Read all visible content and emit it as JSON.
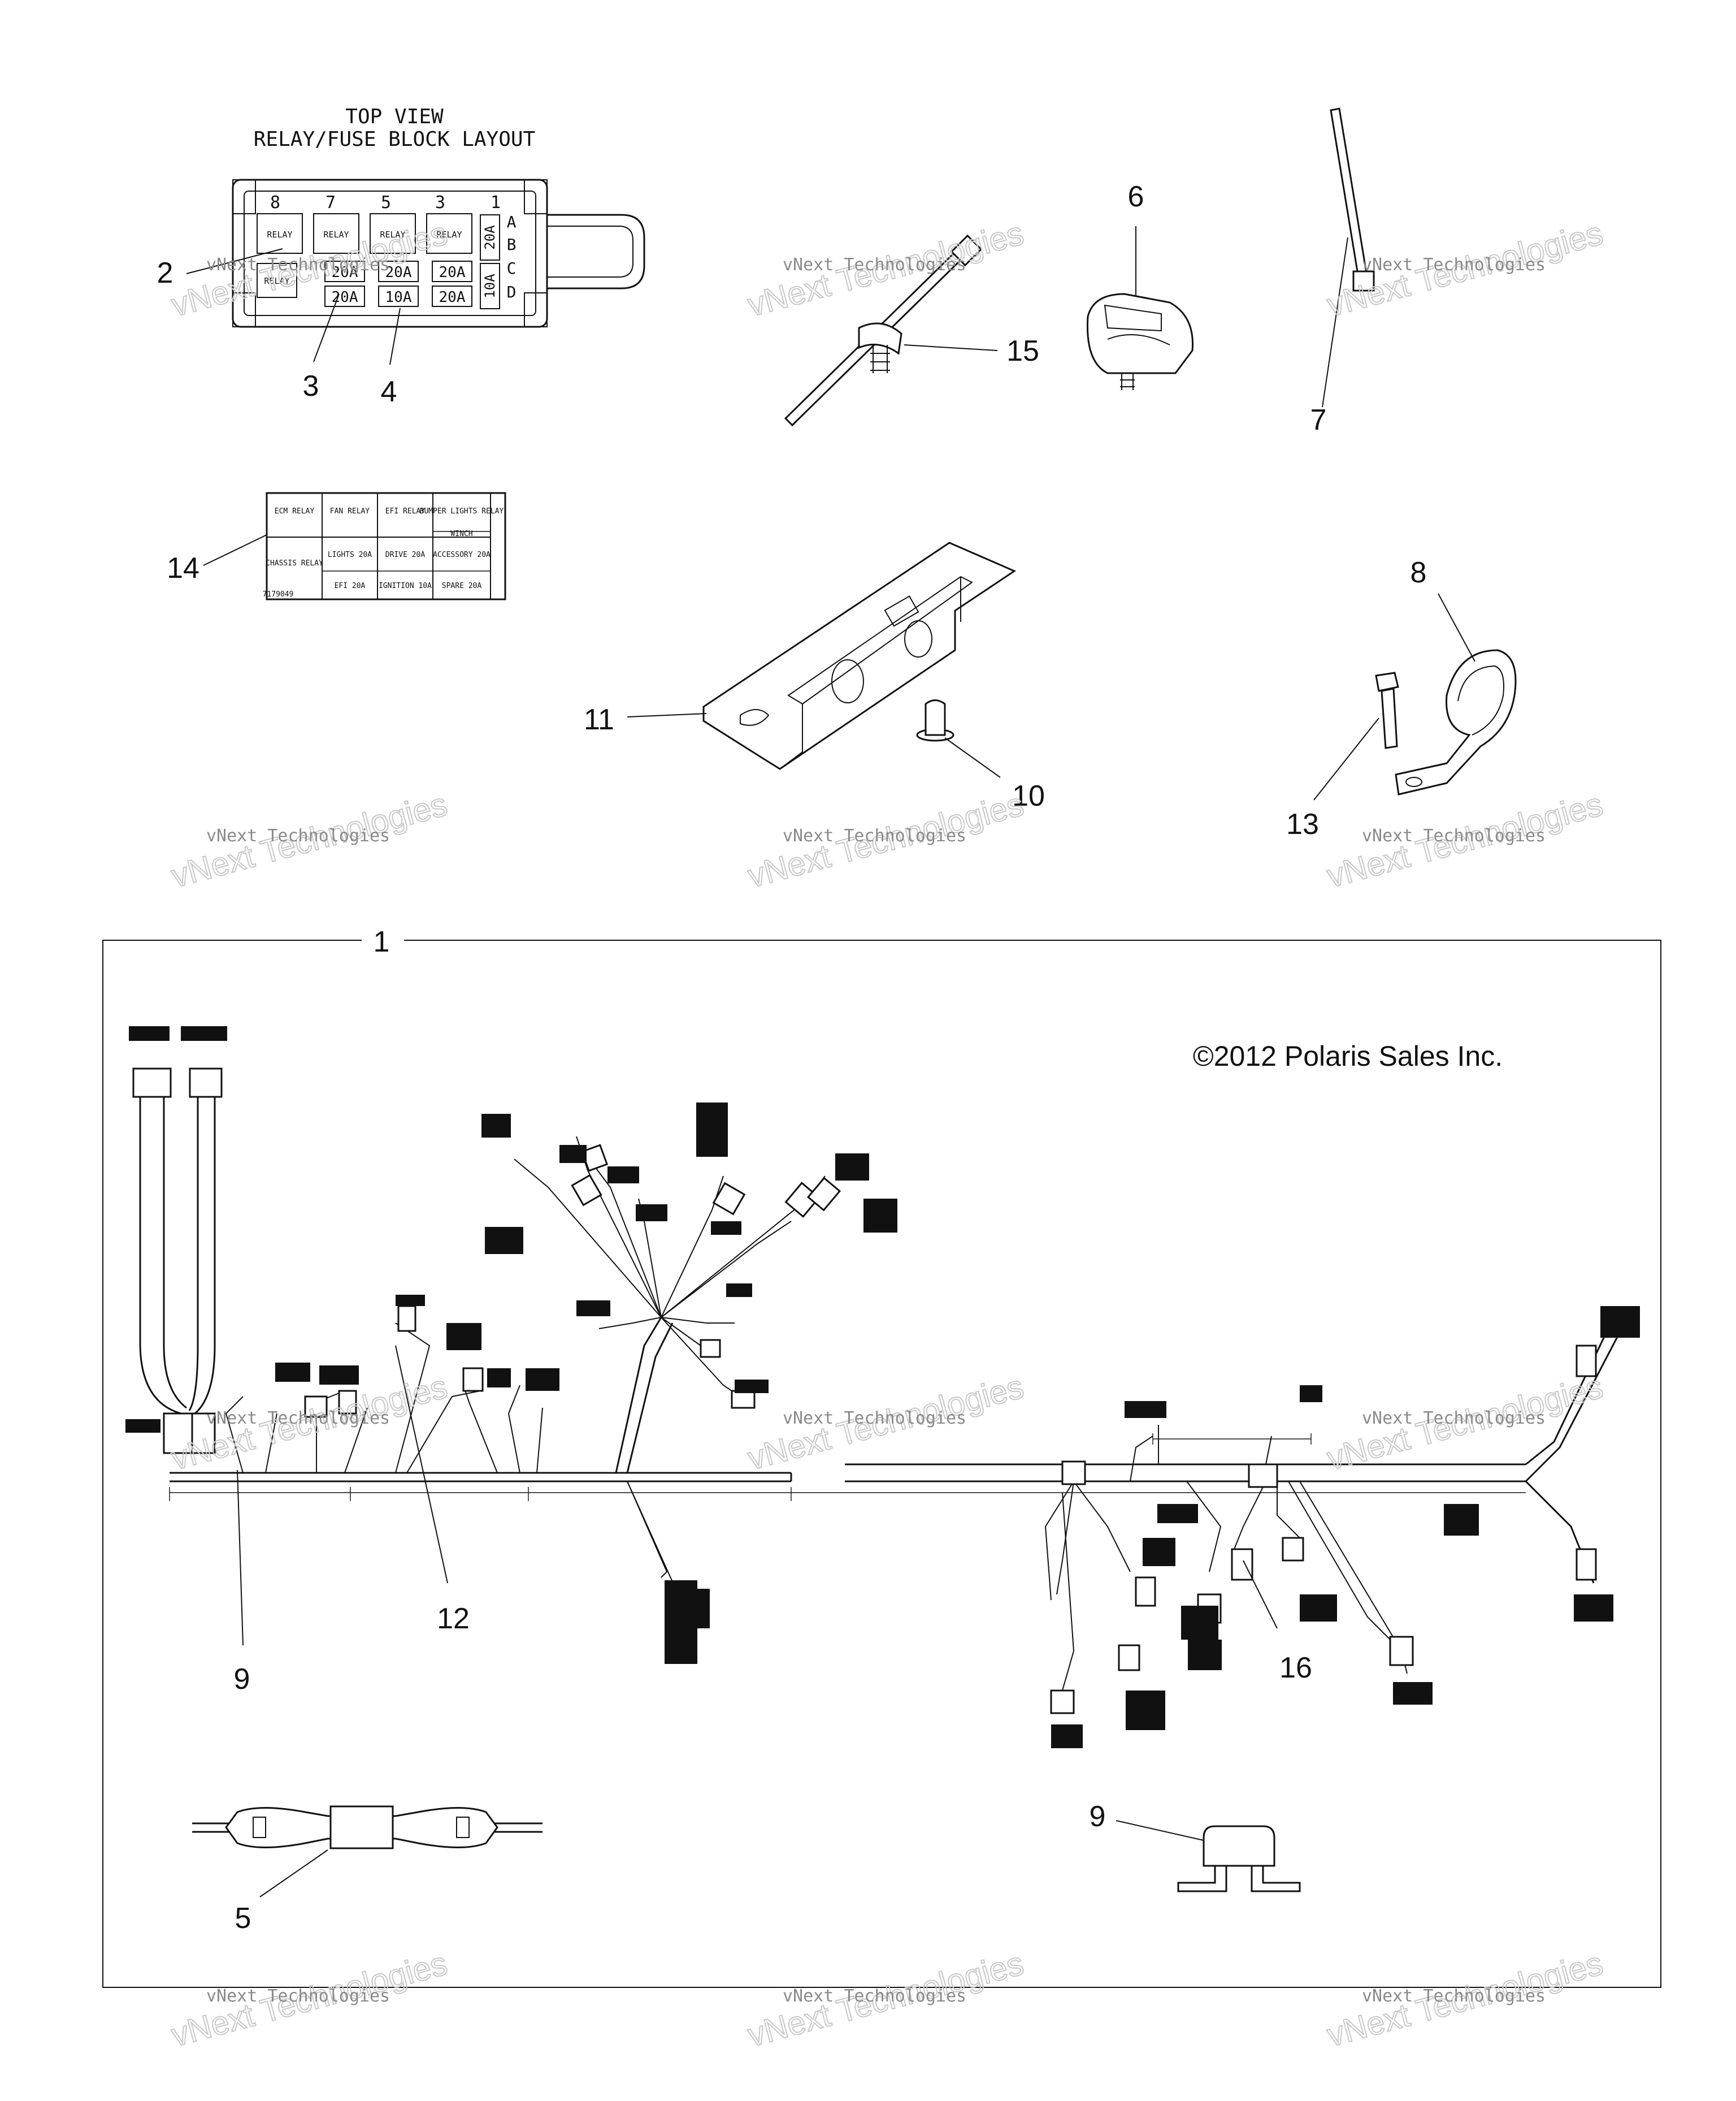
{
  "relay_block": {
    "title_line1": "TOP VIEW",
    "title_line2": "RELAY/FUSE BLOCK LAYOUT",
    "top_numbers": [
      "8",
      "7",
      "5",
      "3",
      "1"
    ],
    "side_letters": [
      "A",
      "B",
      "C",
      "D"
    ],
    "relays": [
      "RELAY",
      "RELAY",
      "RELAY",
      "RELAY",
      "RELAY"
    ],
    "fuses": [
      "20A",
      "20A",
      "20A",
      "10A",
      "20A",
      "20A",
      "10A"
    ]
  },
  "label_card": {
    "row1": [
      "ECM RELAY",
      "FAN RELAY",
      "EFI RELAY",
      "BUMPER LIGHTS RELAY"
    ],
    "row1_sub": "WINCH",
    "row2": [
      "CHASSIS RELAY",
      "LIGHTS 20A",
      "DRIVE 20A",
      "ACCESSORY 20A"
    ],
    "row3": [
      "",
      "EFI 20A",
      "IGNITION 10A",
      "SPARE 20A"
    ],
    "part_no": "7179049"
  },
  "callouts": {
    "c1": "1",
    "c2": "2",
    "c3": "3",
    "c4": "4",
    "c5": "5",
    "c6": "6",
    "c7": "7",
    "c8": "8",
    "c9a": "9",
    "c9b": "9",
    "c10": "10",
    "c11": "11",
    "c12": "12",
    "c13": "13",
    "c14": "14",
    "c15": "15",
    "c16": "16"
  },
  "copyright": "©2012 Polaris Sales Inc.",
  "watermark": {
    "line1": "vNext Technologies",
    "line2": "vNext Technologies"
  },
  "colors": {
    "ink": "#111111",
    "watermark": "#c8c8c8",
    "background": "#ffffff"
  }
}
